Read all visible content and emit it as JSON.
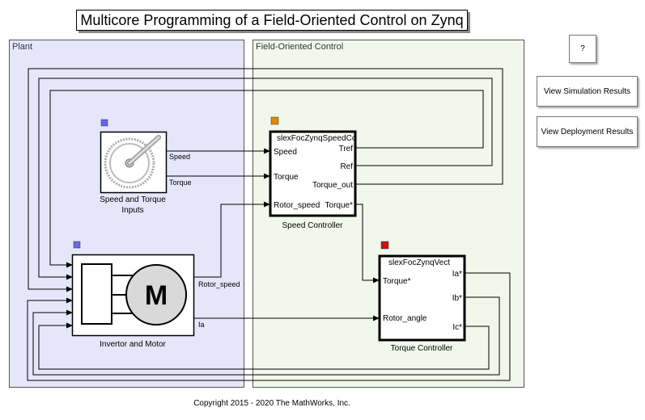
{
  "title": "Multicore Programming of a Field-Oriented Control on Zynq",
  "areas": {
    "plant": "Plant",
    "foc": "Field-Oriented Control"
  },
  "buttons": {
    "help": "?",
    "sim": "View Simulation Results",
    "deploy": "View Deployment Results"
  },
  "blocks": {
    "inputs": {
      "name_line1": "Speed and Torque",
      "name_line2": "Inputs",
      "out1": "Speed",
      "out2": "Torque"
    },
    "motor": {
      "name": "Invertor and Motor",
      "glyph": "M",
      "out1": "Rotor_speed",
      "out2": "Ia"
    },
    "speed_ctrl": {
      "name": "Speed Controller",
      "model": "slexFocZynqSpeedCo",
      "in1": "Speed",
      "in2": "Torque",
      "in3": "Rotor_speed",
      "out1": "Tref",
      "out2": "Ref",
      "out3": "Torque_out",
      "out4": "Torque*"
    },
    "torque_ctrl": {
      "name": "Torque Controller",
      "model": "slexFocZynqVect",
      "in1": "Torque*",
      "in2": "Rotor_angle",
      "out1": "Ia*",
      "out2": "Ib*",
      "out3": "Ic*"
    }
  },
  "colors": {
    "plant_bg": "#e6e6fa",
    "foc_bg": "#f1f8eb",
    "plant_marker": "#6666ee",
    "speed_marker": "#e08a00",
    "torque_marker": "#cc1111"
  },
  "copyright": "Copyright 2015 - 2020 The MathWorks, Inc."
}
